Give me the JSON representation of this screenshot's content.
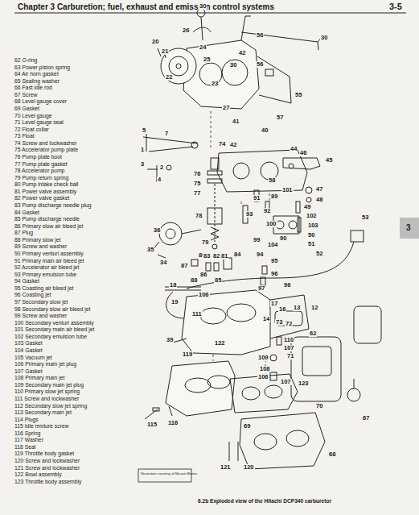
{
  "diagram": {
    "title": "Chapter 3 Carburetion; fuel, exhaust and emission control systems",
    "caption": "6.2b Exploded view of the Hitachi DCP340 carburetor",
    "labels": [
      "3-5",
      "3",
      "62 O-ring",
      "63 Power piston spring",
      "64 Air horn gasket",
      "65 Sealing washer",
      "66 Fast idle rod",
      "67 Screw",
      "68 Level gauge cover",
      "69 Gasket",
      "70 Level gauge",
      "71 Level gauge seal",
      "72 Float collar",
      "73 Float",
      "74 Screw and lockwasher",
      "75 Accelerator pump plate",
      "76 Pump plate boot",
      "77 Pump plate gasket",
      "78 Accelerator pump",
      "79 Pump return spring",
      "80 Pump intake check ball",
      "81 Power valve assembly",
      "82 Power valve gasket",
      "83 Pump discharge needle plug",
      "84 Gasket",
      "85 Pump discharge needle",
      "86 Primary slow air bleed jet",
      "87 Plug",
      "88 Primary slow jet",
      "89 Screw and washer",
      "90 Primary venturi assembly",
      "91 Primary main air bleed jet",
      "92 Accelerator air bleed jet",
      "93 Primary emulsion tube",
      "94 Gasket",
      "95 Coasting air bleed jet",
      "96 Coasting jet",
      "97 Secondary slow jet",
      "98 Secondary slow air bleed jet",
      "99 Screw and washer",
      "100 Secondary venturi assembly",
      "101 Secondary main air bleed jet",
      "102 Secondary emulsion tube",
      "103 Gasket",
      "104 Gasket",
      "105 Vacuum jet",
      "106 Primary main jet plug",
      "107 Gasket",
      "108 Primary main jet",
      "109 Secondary main jet plug",
      "110 Primary slow jet spring",
      "111 Screw and lockwasher",
      "112 Secondary slow jet spring",
      "113 Secondary main jet",
      "114 Plugs",
      "115 Idle mixture screw",
      "116 Spring",
      "117 Washer",
      "118 Seal",
      "119 Throttle body gasket",
      "120 Screw and lockwasher",
      "121 Screw and lockwasher",
      "122 Bowl assembly",
      "123 Throttle body assembly",
      "20",
      "21",
      "26",
      "30",
      "56",
      "30",
      "24",
      "42",
      "25",
      "30",
      "56",
      "22",
      "23",
      "55",
      "27",
      "41",
      "57",
      "40",
      "5",
      "7",
      "1",
      "74",
      "42",
      "44",
      "3",
      "2",
      "4",
      "76",
      "75",
      "77",
      "58",
      "46",
      "45",
      "47",
      "48",
      "91",
      "89",
      "101",
      "92",
      "93",
      "49",
      "102",
      "103",
      "50",
      "51",
      "52",
      "53",
      "100",
      "90",
      "99",
      "104",
      "94",
      "78",
      "36",
      "35",
      "34",
      "79",
      "80",
      "87",
      "83",
      "82",
      "81",
      "84",
      "95",
      "96",
      "97",
      "86",
      "88",
      "85",
      "98",
      "18",
      "106",
      "19",
      "111",
      "17",
      "16",
      "13",
      "12",
      "14",
      "73",
      "72",
      "62",
      "110",
      "107",
      "71",
      "39",
      "122",
      "119",
      "109",
      "70",
      "108",
      "106",
      "107",
      "123",
      "115",
      "116",
      "69",
      "67",
      "68",
      "121",
      "120",
      "Illustration courtesy of Nissan Motors"
    ]
  }
}
